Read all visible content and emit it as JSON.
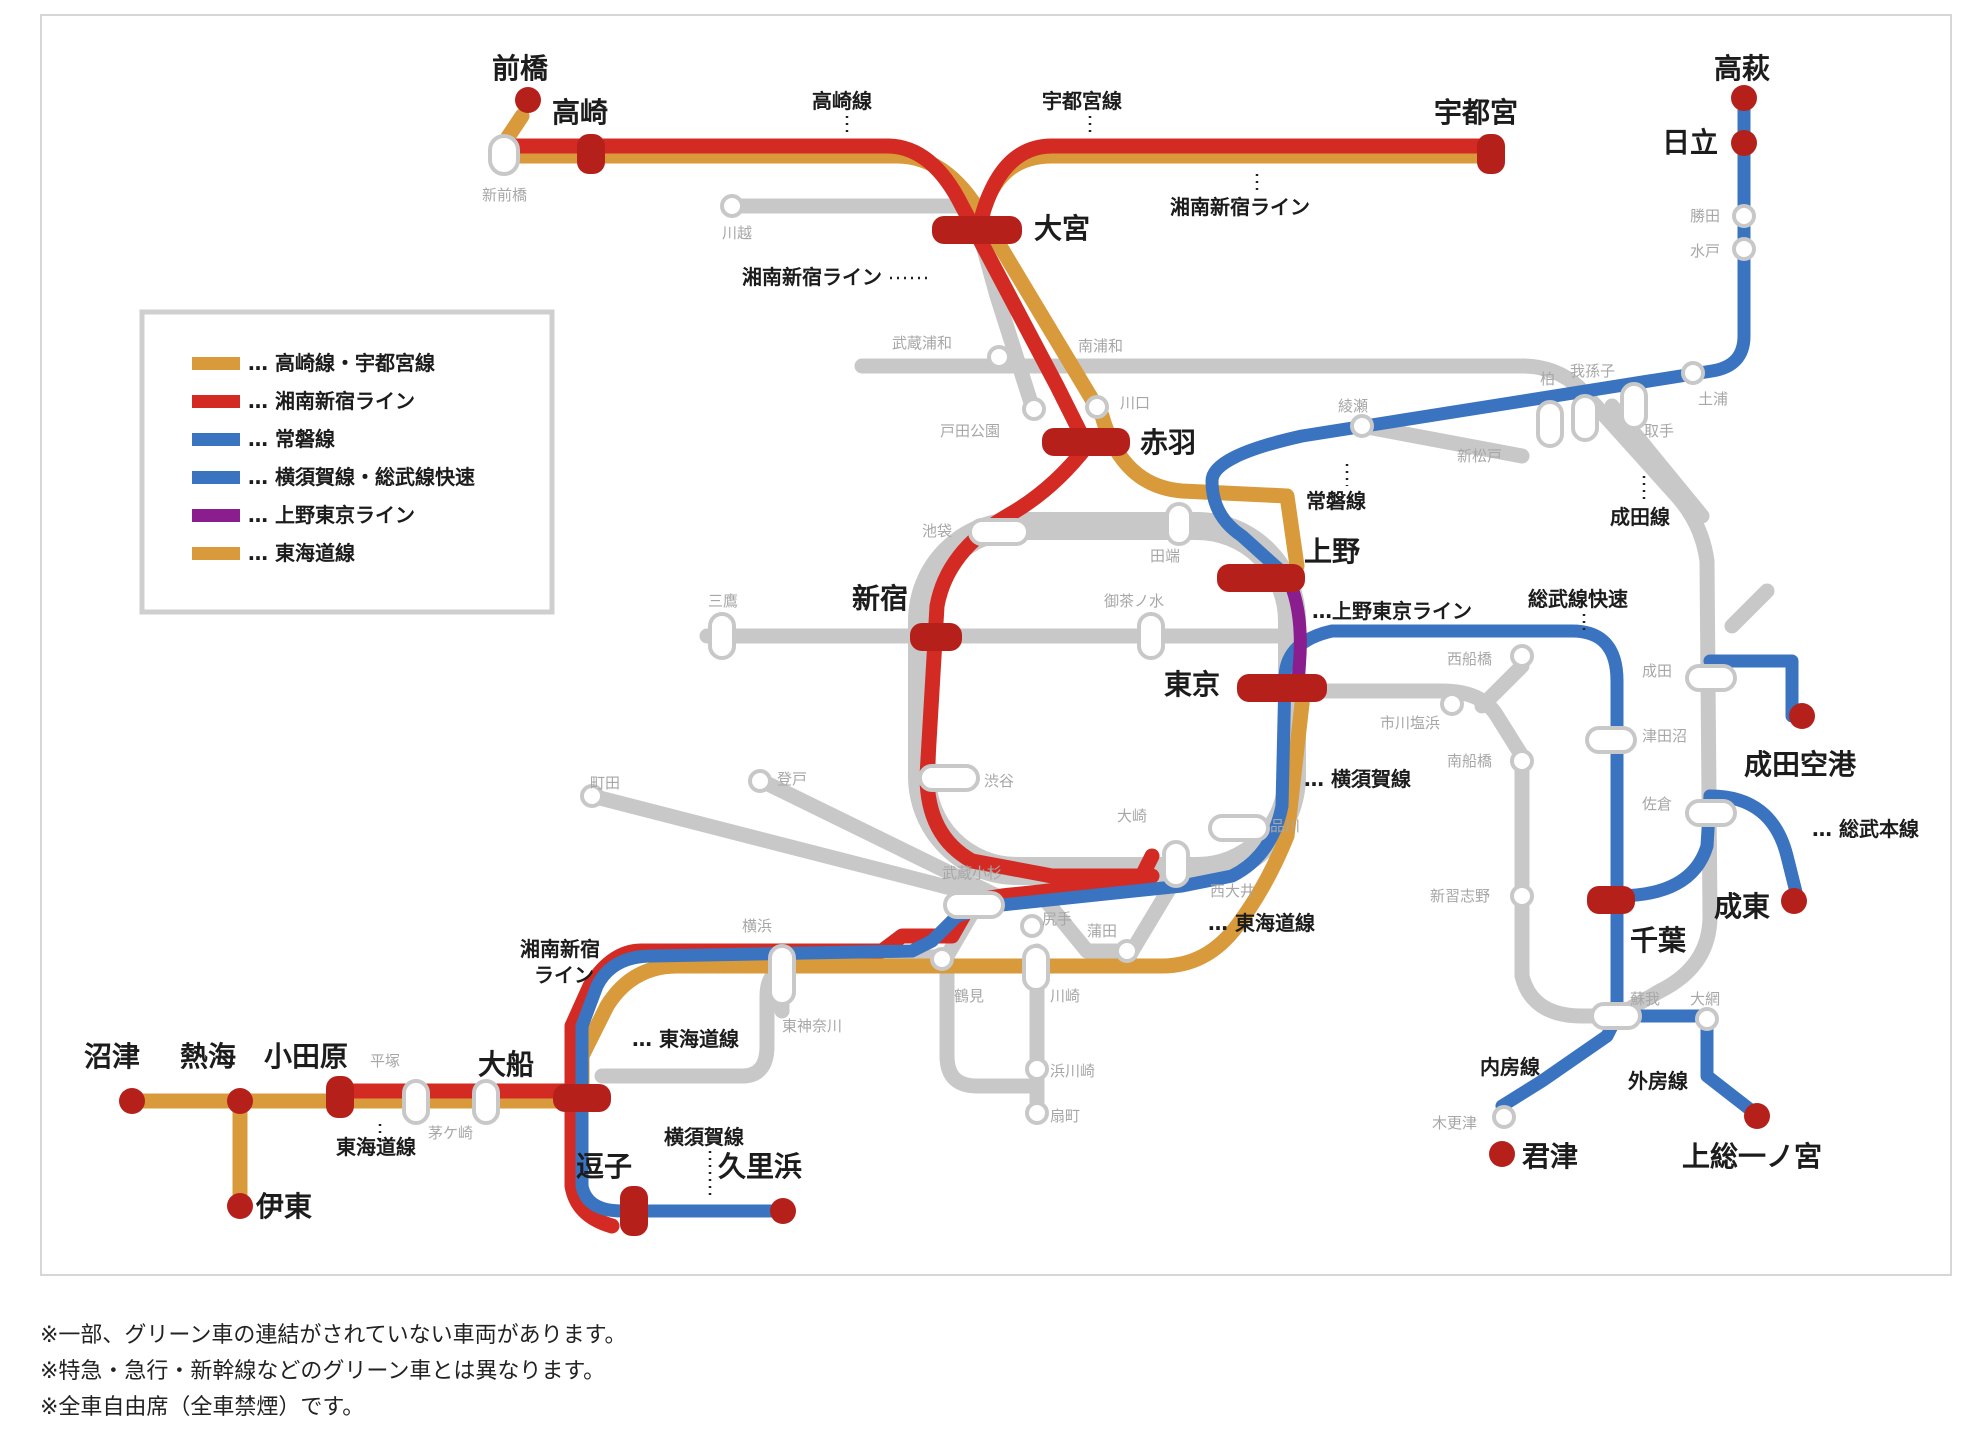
{
  "colors": {
    "takasaki_utsunomiya": "#d89a3a",
    "shonan_shinjuku": "#d32b24",
    "joban": "#3a73c0",
    "yokosuka_sobu": "#3a73c0",
    "ueno_tokyo": "#8b1e8f",
    "tokaido": "#d89a3a",
    "other_lines": "#c8c8c8",
    "major_station": "#b5201a"
  },
  "legend": [
    {
      "key": "takasaki_utsunomiya",
      "label": "… 高崎線・宇都宮線"
    },
    {
      "key": "shonan_shinjuku",
      "label": "… 湘南新宿ライン"
    },
    {
      "key": "joban",
      "label": "… 常磐線"
    },
    {
      "key": "yokosuka_sobu",
      "label": "… 横須賀線・総武線快速"
    },
    {
      "key": "ueno_tokyo",
      "label": "… 上野東京ライン"
    },
    {
      "key": "tokaido",
      "label": "… 東海道線"
    }
  ],
  "stations": {
    "maebashi": "前橋",
    "takasaki": "高崎",
    "shinmaebashi": "新前橋",
    "utsunomiya": "宇都宮",
    "omiya": "大宮",
    "kawagoe": "川越",
    "musashiurawa": "武蔵浦和",
    "minamiurawa": "南浦和",
    "kawaguchi": "川口",
    "todakoen": "戸田公園",
    "akabane": "赤羽",
    "ikebukuro": "池袋",
    "tabata": "田端",
    "ueno": "上野",
    "mitaka": "三鷹",
    "shinjuku": "新宿",
    "ochanomizu": "御茶ノ水",
    "tokyo": "東京",
    "shibuya": "渋谷",
    "osaki": "大崎",
    "shinagawa": "品川",
    "machida": "町田",
    "noborito": "登戸",
    "musashikosugi": "武蔵小杉",
    "shiriteke": "尻手",
    "nishioi": "西大井",
    "yokohama": "横浜",
    "kamata": "蒲田",
    "tsurumi": "鶴見",
    "kawasaki": "川崎",
    "higashikanagawa": "東神奈川",
    "hamakawasaki": "浜川崎",
    "ogimachi": "扇町",
    "numazu": "沼津",
    "atami": "熱海",
    "odawara": "小田原",
    "hiratsuka": "平塚",
    "chigasaki": "茅ケ崎",
    "ofuna": "大船",
    "ito": "伊東",
    "zushi": "逗子",
    "kurihama": "久里浜",
    "takahagi": "高萩",
    "hitachi": "日立",
    "katsuta": "勝田",
    "mito": "水戸",
    "tsuchiura": "土浦",
    "kashiwa": "柏",
    "abiko": "我孫子",
    "toride": "取手",
    "ayase": "綾瀬",
    "shinmatsudo": "新松戸",
    "nishifunabashi": "西船橋",
    "ichikawashiohama": "市川塩浜",
    "minamifunabashi": "南船橋",
    "shinnarashino": "新習志野",
    "narita": "成田",
    "tsudanuma": "津田沼",
    "sakura": "佐倉",
    "naritakuko": "成田空港",
    "naruto": "成東",
    "chiba": "千葉",
    "soga": "蘇我",
    "oami": "大網",
    "kisarazu": "木更津",
    "kimitsu": "君津",
    "kazusaichinomiya": "上総一ノ宮"
  },
  "line_labels": {
    "takasaki_line": "高崎線",
    "utsunomiya_line": "宇都宮線",
    "shonan_shinjuku_top": "湘南新宿ライン",
    "shonan_shinjuku_omiya": "湘南新宿ライン",
    "joban_line": "常磐線",
    "narita_line": "成田線",
    "ueno_tokyo_line": "…上野東京ライン",
    "sobu_rapid": "総武線快速",
    "yokosuka_line": "… 横須賀線",
    "tokaido_line_right": "… 東海道線",
    "sobu_main": "… 総武本線",
    "shonan_shinjuku_bottom_1": "湘南新宿",
    "shonan_shinjuku_bottom_2": "ライン",
    "tokaido_line_ofuna": "… 東海道線",
    "tokaido_line_left": "東海道線",
    "yokosuka_line_bottom": "横須賀線",
    "uchibo": "内房線",
    "sotobo": "外房線"
  },
  "notes": [
    "※一部、グリーン車の連結がされていない車両があります。",
    "※特急・急行・新幹線などのグリーン車とは異なります。",
    "※全車自由席（全車禁煙）です。"
  ]
}
